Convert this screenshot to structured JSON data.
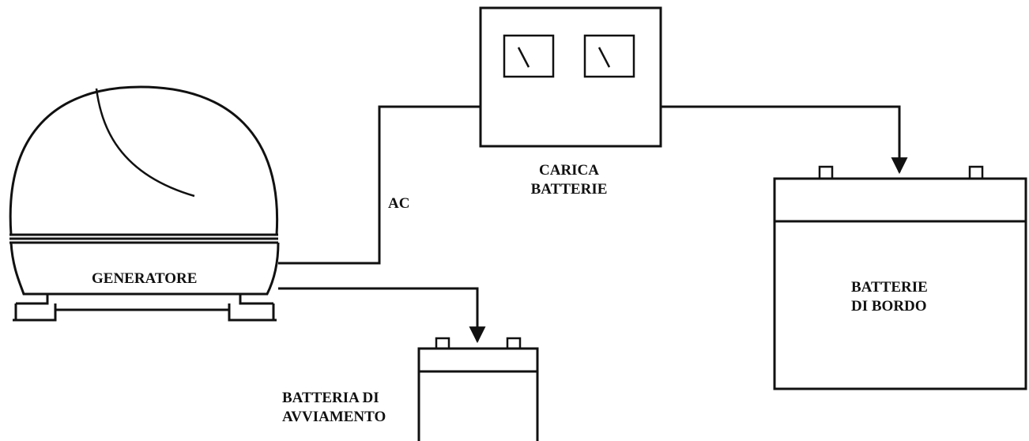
{
  "labels": {
    "generator": "GENERATORE",
    "ac": "AC",
    "charger_line1": "CARICA",
    "charger_line2": "BATTERIE",
    "house_battery_line1": "BATTERIE",
    "house_battery_line2": "DI BORDO",
    "starter_battery_line1": "BATTERIA DI",
    "starter_battery_line2": "AVVIAMENTO"
  },
  "colors": {
    "ink": "#111111",
    "background": "#ffffff"
  }
}
